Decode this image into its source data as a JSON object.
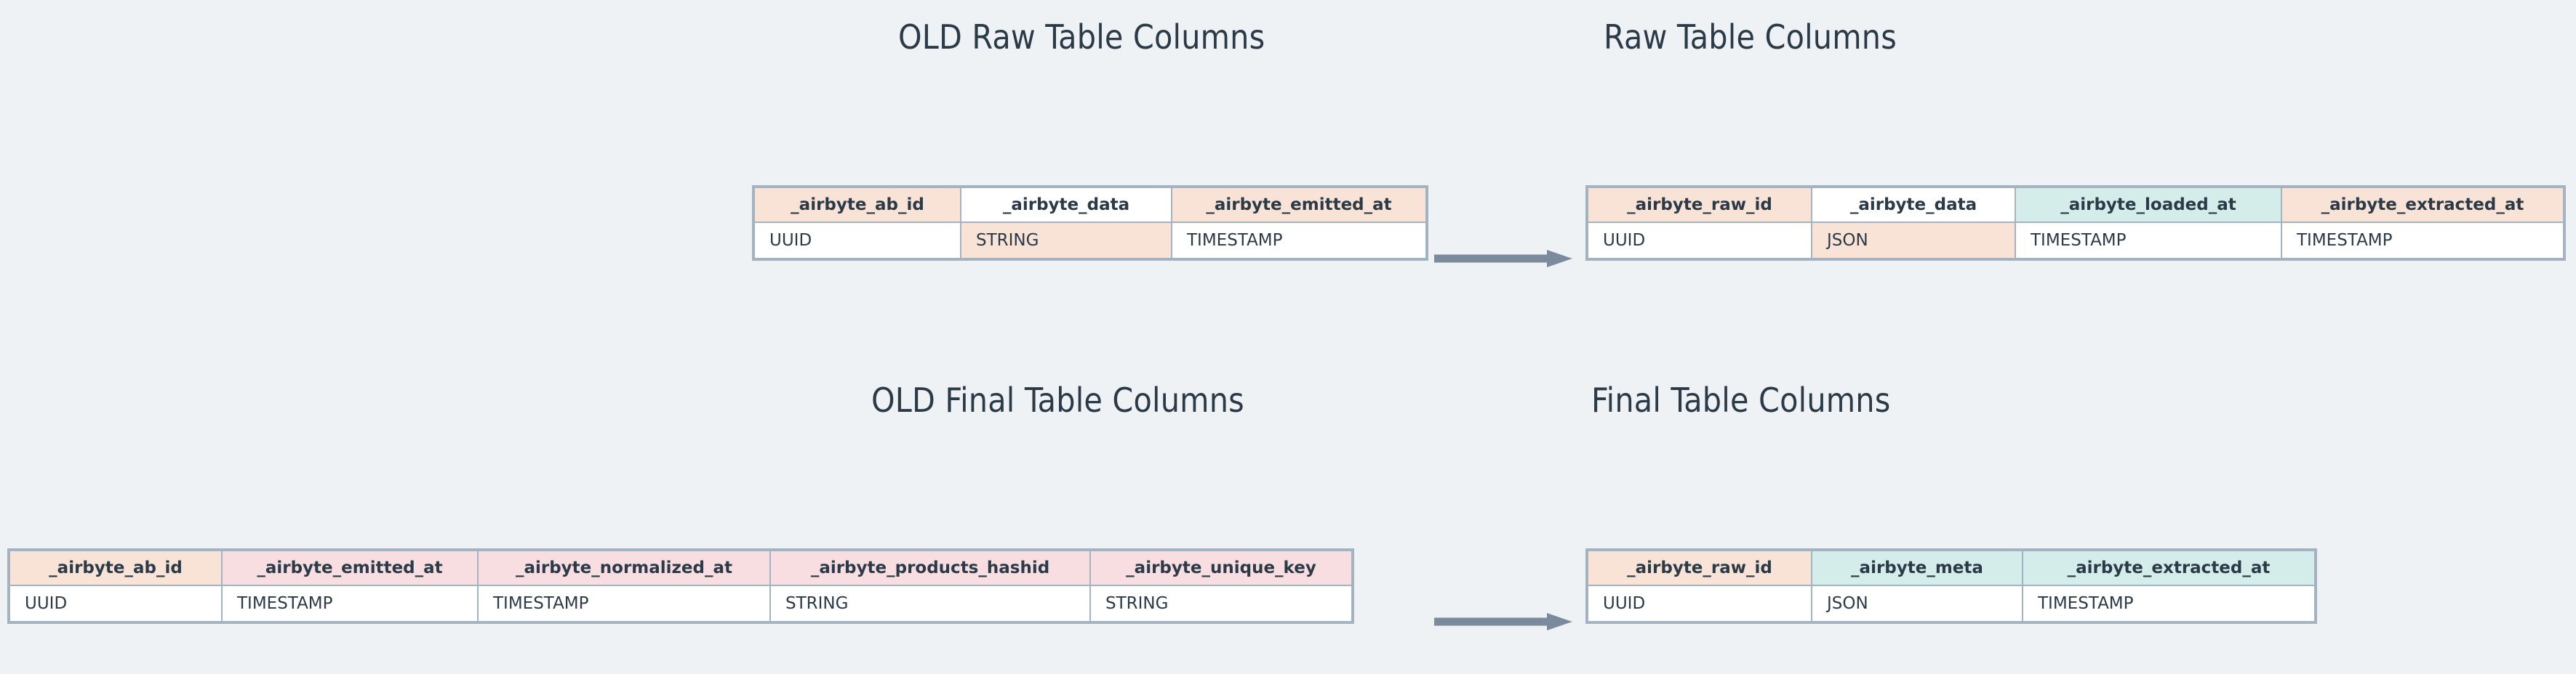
{
  "page": {
    "background_color": "#eff2f5",
    "text_color": "#2b3a47",
    "border_color": "#a3b3c2",
    "arrow_color": "#7b8a9c"
  },
  "legend_colors": {
    "unchanged_peach": "#f8e3d6",
    "removed_pink": "#f8dde1",
    "added_teal": "#d5edea",
    "neutral_white": "#ffffff"
  },
  "titles": {
    "old_raw": "OLD Raw Table Columns",
    "new_raw": "Raw Table Columns",
    "old_final": "OLD Final Table Columns",
    "new_final": "Final Table Columns"
  },
  "arrows": {
    "raw_label": "arrow-right",
    "final_label": "arrow-right"
  },
  "tables": {
    "old_raw": {
      "columns": [
        {
          "name": "_airbyte_ab_id",
          "type": "UUID",
          "header_fill": "peach",
          "value_fill": "white"
        },
        {
          "name": "_airbyte_data",
          "type": "STRING",
          "header_fill": "white",
          "value_fill": "peach"
        },
        {
          "name": "_airbyte_emitted_at",
          "type": "TIMESTAMP",
          "header_fill": "peach",
          "value_fill": "white"
        }
      ]
    },
    "new_raw": {
      "columns": [
        {
          "name": "_airbyte_raw_id",
          "type": "UUID",
          "header_fill": "peach",
          "value_fill": "white"
        },
        {
          "name": "_airbyte_data",
          "type": "JSON",
          "header_fill": "white",
          "value_fill": "peach"
        },
        {
          "name": "_airbyte_loaded_at",
          "type": "TIMESTAMP",
          "header_fill": "teal",
          "value_fill": "white"
        },
        {
          "name": "_airbyte_extracted_at",
          "type": "TIMESTAMP",
          "header_fill": "peach",
          "value_fill": "white"
        }
      ]
    },
    "old_final": {
      "columns": [
        {
          "name": "_airbyte_ab_id",
          "type": "UUID",
          "header_fill": "peach",
          "value_fill": "white"
        },
        {
          "name": "_airbyte_emitted_at",
          "type": "TIMESTAMP",
          "header_fill": "pink",
          "value_fill": "white"
        },
        {
          "name": "_airbyte_normalized_at",
          "type": "TIMESTAMP",
          "header_fill": "pink",
          "value_fill": "white"
        },
        {
          "name": "_airbyte_products_hashid",
          "type": "STRING",
          "header_fill": "pink",
          "value_fill": "white"
        },
        {
          "name": "_airbyte_unique_key",
          "type": "STRING",
          "header_fill": "pink",
          "value_fill": "white"
        }
      ]
    },
    "new_final": {
      "columns": [
        {
          "name": "_airbyte_raw_id",
          "type": "UUID",
          "header_fill": "peach",
          "value_fill": "white"
        },
        {
          "name": "_airbyte_meta",
          "type": "JSON",
          "header_fill": "teal",
          "value_fill": "white"
        },
        {
          "name": "_airbyte_extracted_at",
          "type": "TIMESTAMP",
          "header_fill": "teal",
          "value_fill": "white"
        }
      ]
    }
  }
}
